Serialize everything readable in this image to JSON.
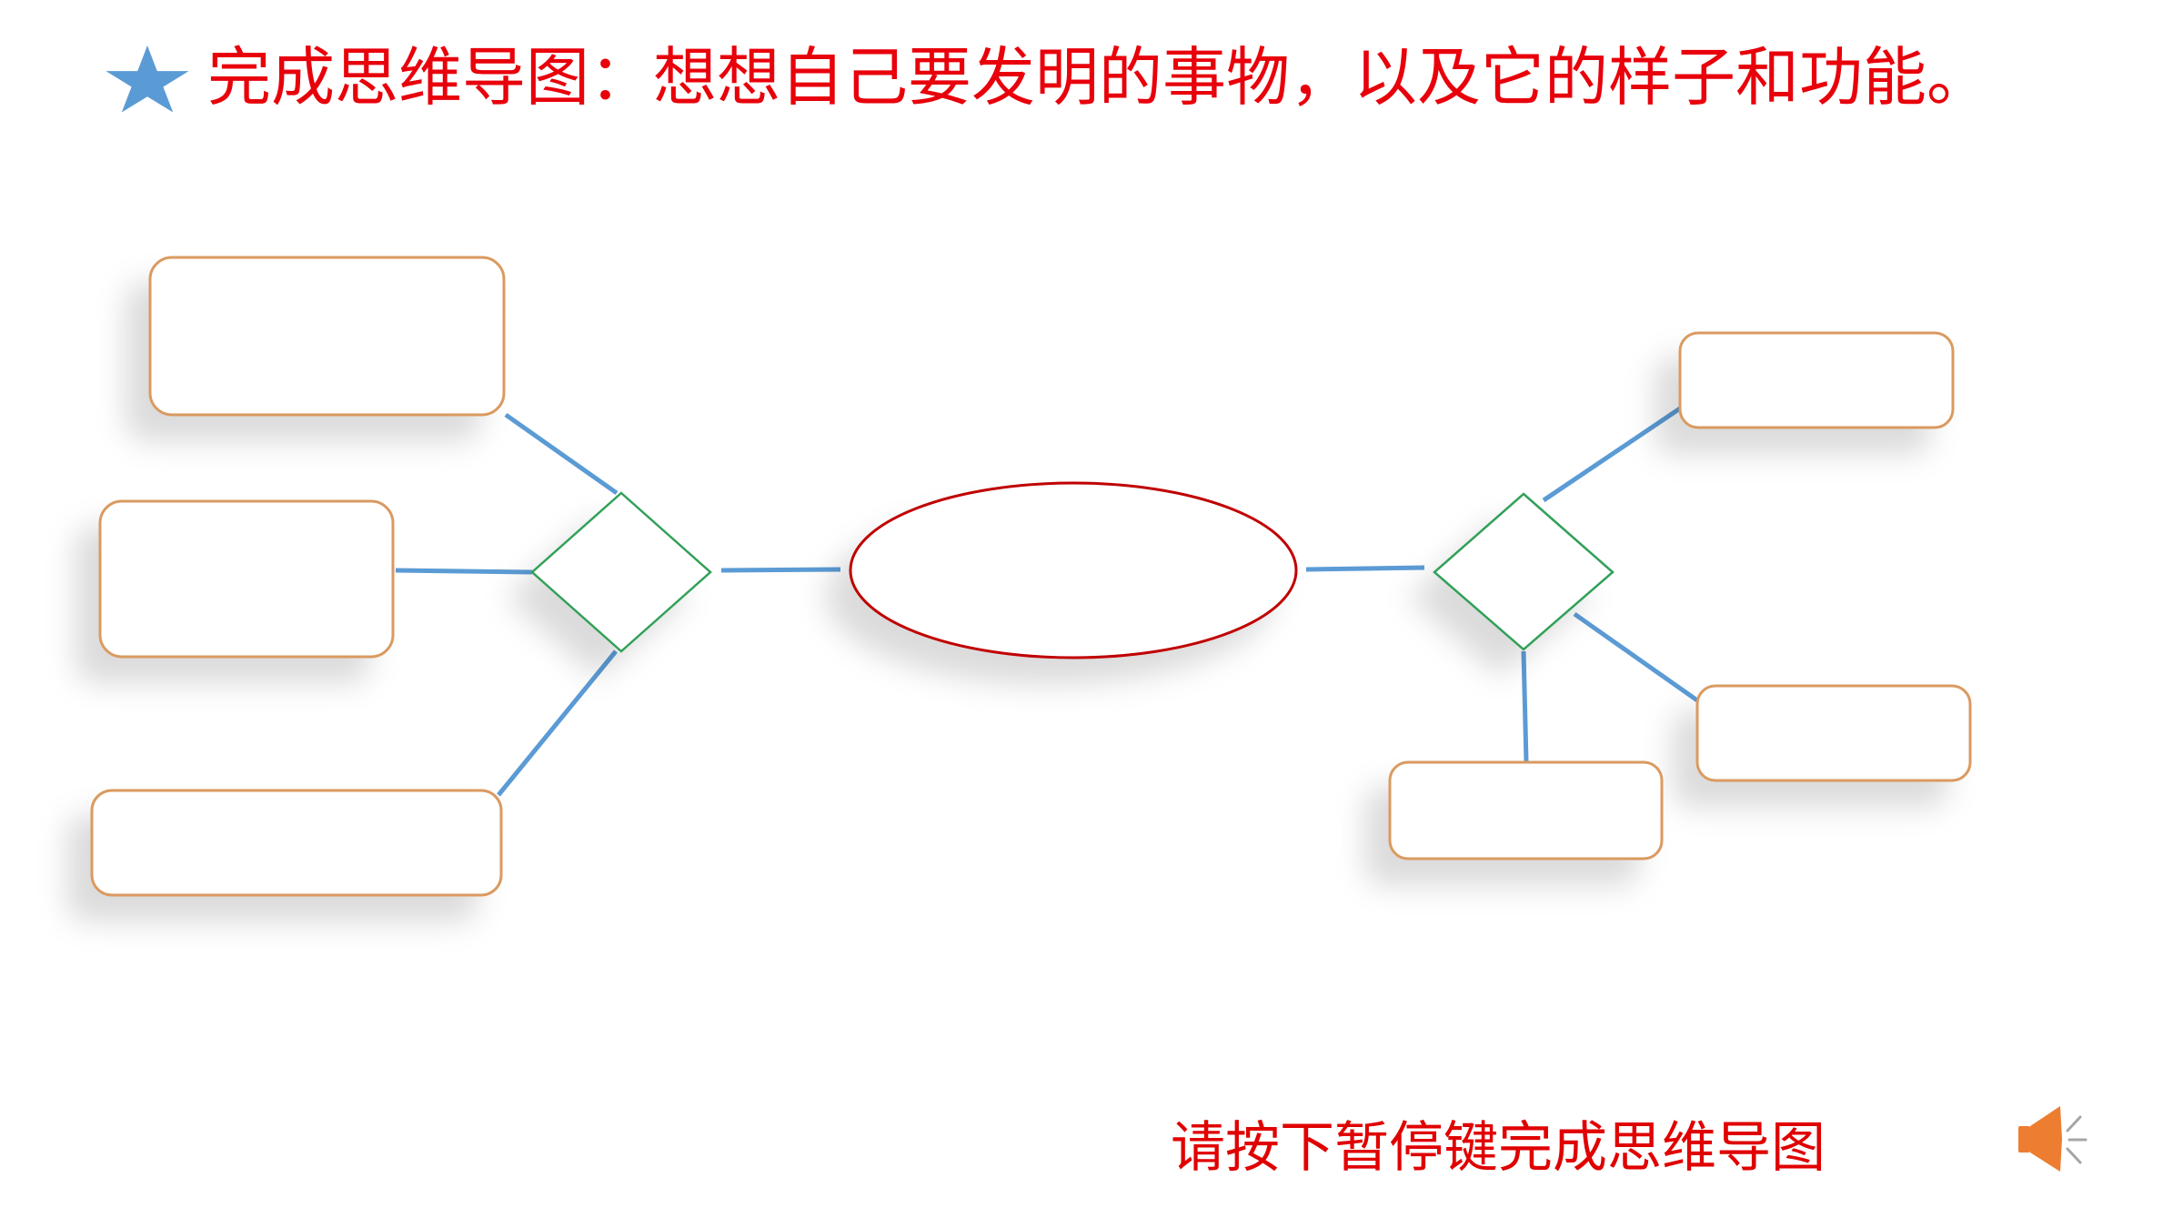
{
  "slide": {
    "title": "完成思维导图：想想自己要发明的事物，以及它的样子和功能。",
    "title_icon": "star-icon",
    "instruction": "请按下暂停键完成思维导图",
    "audio_icon": "speaker-icon"
  },
  "diagram": {
    "center": {
      "shape": "ellipse",
      "label": ""
    },
    "branches": [
      {
        "side": "left",
        "shape": "diamond",
        "label": "",
        "leaves": [
          "",
          "",
          ""
        ]
      },
      {
        "side": "right",
        "shape": "diamond",
        "label": "",
        "leaves": [
          "",
          "",
          ""
        ]
      }
    ]
  },
  "colors": {
    "title_text": "#E8000B",
    "instruction_text": "#E00000",
    "star": "#5B9BD5",
    "connector_line": "#5B9BD5",
    "leaf_box_border": "#DA9A60",
    "branch_diamond_border": "#33A058",
    "center_ellipse_border": "#C00000",
    "speaker": "#ED7D31",
    "sound_wave": "#A6A6A6"
  }
}
